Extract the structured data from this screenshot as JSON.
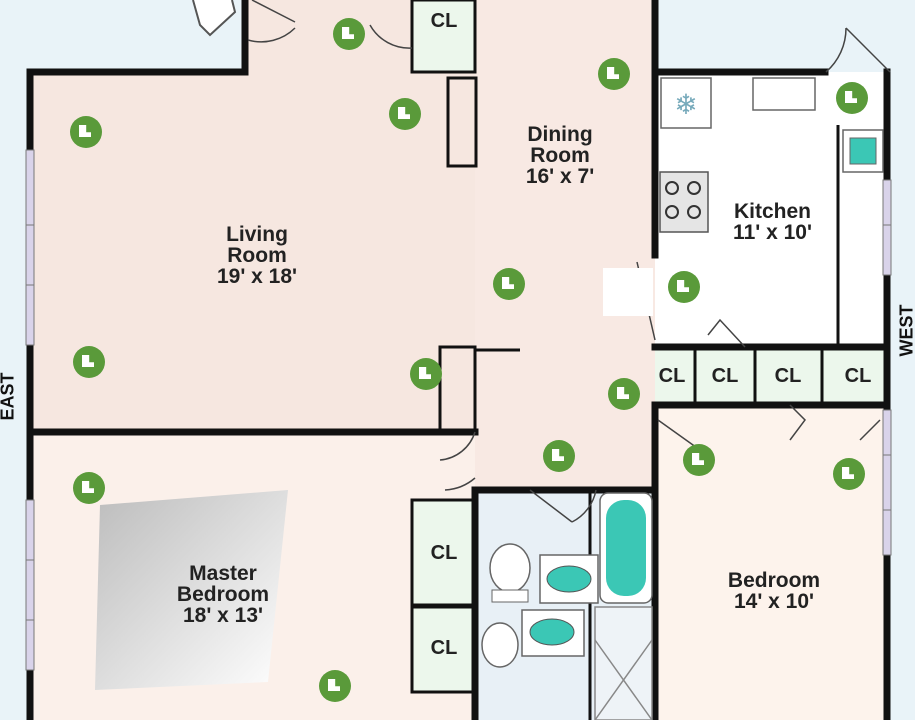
{
  "rooms": {
    "living": {
      "name1": "Living",
      "name2": "Room",
      "dims": "19' x 18'"
    },
    "dining": {
      "name1": "Dining",
      "name2": "Room",
      "dims": "16' x 7'"
    },
    "kitchen": {
      "name1": "Kitchen",
      "dims": "11' x 10'"
    },
    "master": {
      "name1": "Master",
      "name2": "Bedroom",
      "dims": "18' x 13'"
    },
    "bedroom": {
      "name1": "Bedroom",
      "dims": "14' x 10'"
    }
  },
  "closets": [
    "CL",
    "CL",
    "CL",
    "CL",
    "CL",
    "CL",
    "CL"
  ],
  "compass": {
    "east": "EAST",
    "west": "WEST"
  },
  "colors": {
    "wall": "#111111",
    "floor": "#f7e8e2",
    "background": "#e9f3f8",
    "camera": "#5a9a3a",
    "fixture": "#3bc7b5"
  },
  "icons": [
    "camera-icon",
    "door-icon",
    "stove-icon",
    "fridge-icon",
    "sink-icon",
    "toilet-icon",
    "bathtub-icon"
  ]
}
